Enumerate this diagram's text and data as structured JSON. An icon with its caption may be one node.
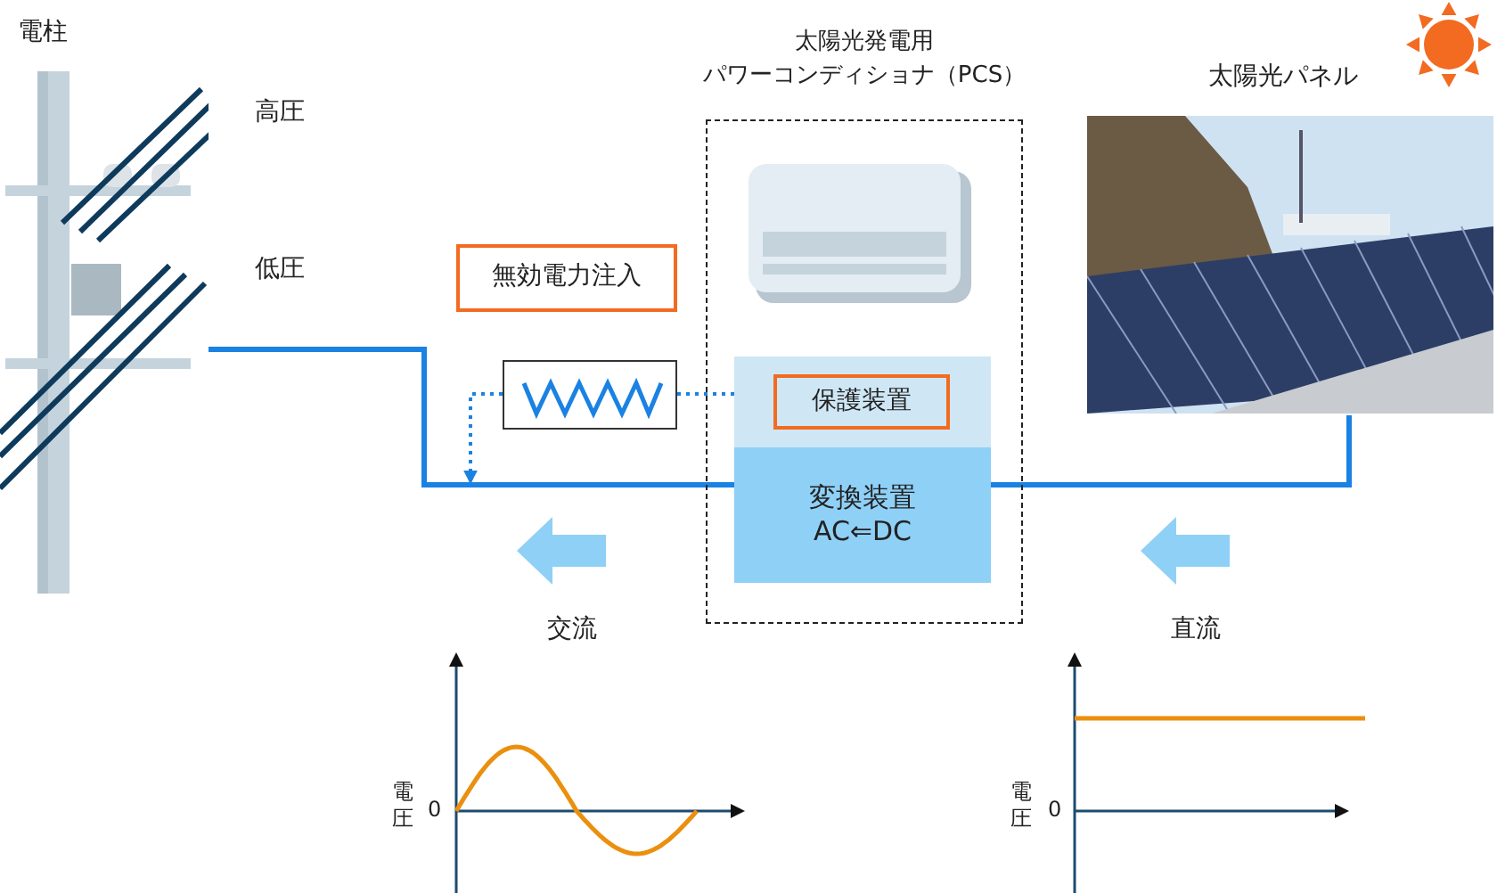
{
  "diagram": {
    "nodes": [
      {
        "text": [
          "電柱"
        ]
      },
      {
        "text": [
          "太陽光発電用",
          "パワーコンディショナ（PCS）"
        ]
      },
      {
        "text": [],
        "shape": "picture",
        "in": 1
      },
      {
        "text": [],
        "shape": "box",
        "in": 1
      },
      {
        "text": [
          "保護装置"
        ],
        "in": 3
      },
      {
        "text": [
          "変換装置",
          "AC⇐DC"
        ],
        "in": 1
      },
      {
        "text": [
          "無効電力注入"
        ]
      },
      {
        "text": [],
        "shape": "box"
      },
      {
        "text": [
          "太陽光パネル"
        ]
      }
    ],
    "edges": [
      {
        "from": 0,
        "to": 5,
        "arrow": "none"
      },
      {
        "from": 5,
        "to": 8,
        "arrow": "none"
      },
      {
        "from": 3,
        "to": 7,
        "arrow": "none",
        "style": "dashed"
      },
      {
        "from": 7,
        "to": null,
        "arrow": "to",
        "style": "dashed"
      }
    ],
    "labels": [
      "高圧",
      "低圧",
      "交流",
      "直流",
      "電圧",
      "0",
      "電圧",
      "0"
    ]
  }
}
